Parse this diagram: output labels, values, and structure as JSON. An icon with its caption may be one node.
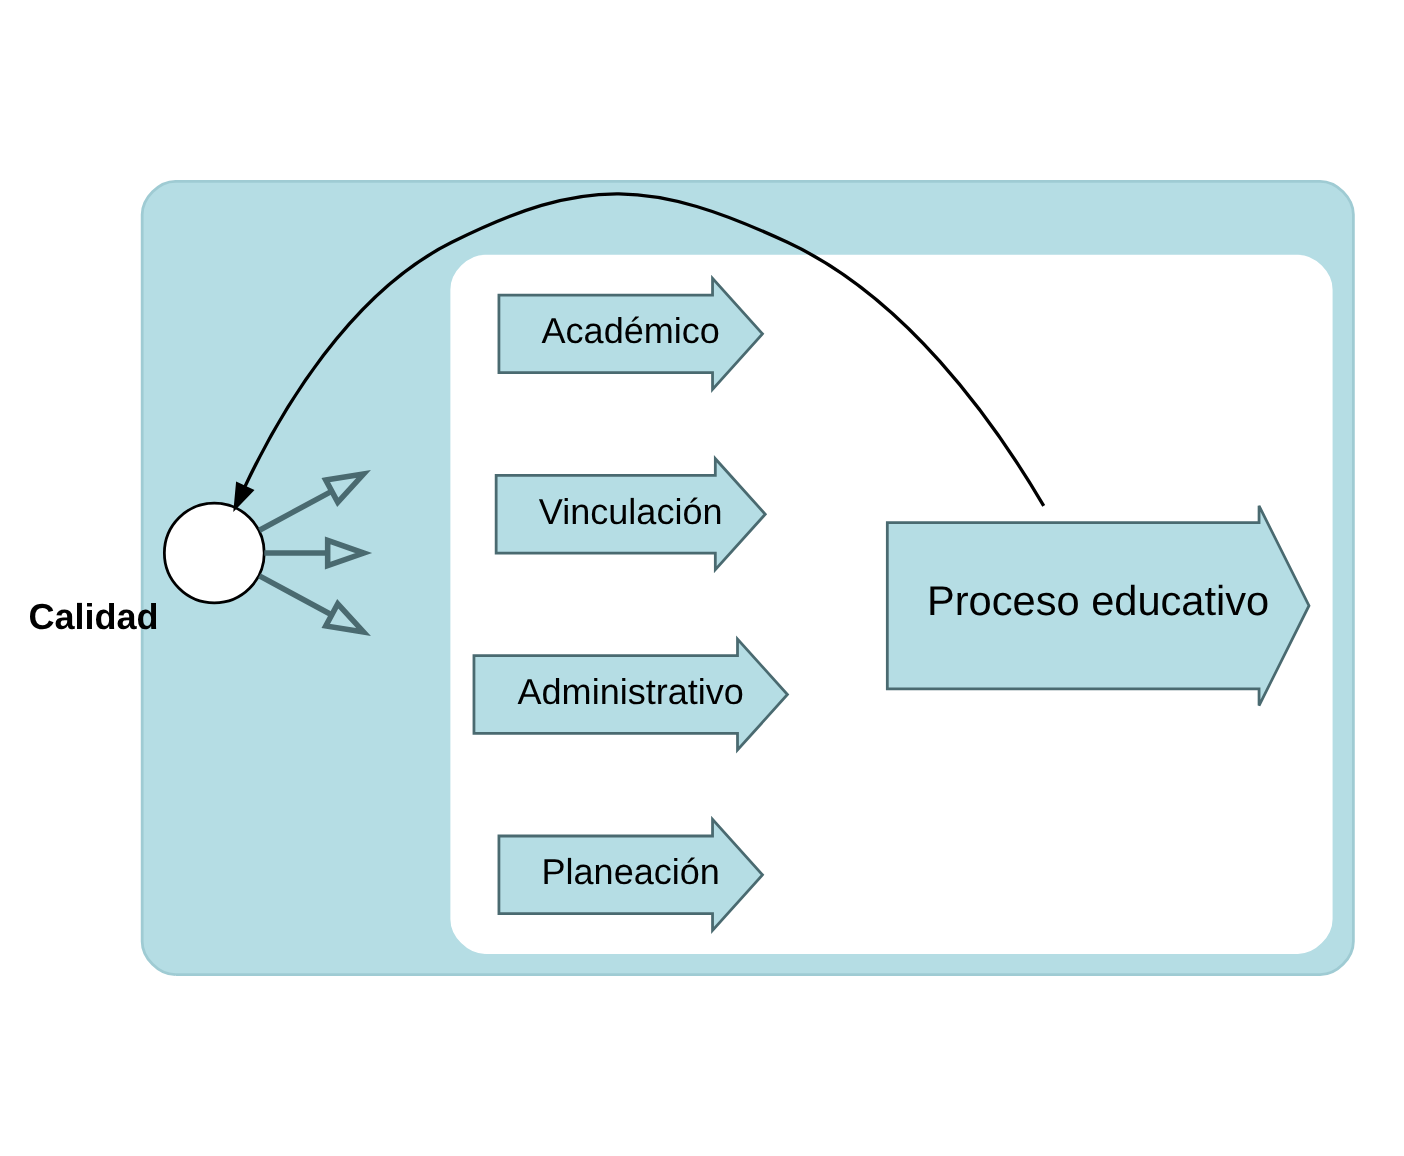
{
  "diagram": {
    "nodes": [
      {
        "text": [],
        "shape": "box"
      },
      {
        "text": [],
        "shape": "circle",
        "in": 0,
        "beside": [
          "Calidad"
        ]
      },
      {
        "text": [],
        "shape": "box",
        "in": 0
      },
      {
        "text": [
          "Académico"
        ],
        "in": 2
      },
      {
        "text": [
          "Vinculación"
        ],
        "in": 2
      },
      {
        "text": [
          "Administrativo"
        ],
        "in": 2
      },
      {
        "text": [
          "Planeación"
        ],
        "in": 2
      },
      {
        "text": [
          "Proceso educativo"
        ],
        "in": 2
      }
    ],
    "edges": [
      {
        "from": 1,
        "to": null,
        "arrow": "to"
      },
      {
        "from": 1,
        "to": null,
        "arrow": "to"
      },
      {
        "from": 1,
        "to": null,
        "arrow": "to"
      },
      {
        "from": 7,
        "to": 1,
        "arrow": "to",
        "color": "#000000"
      }
    ]
  }
}
